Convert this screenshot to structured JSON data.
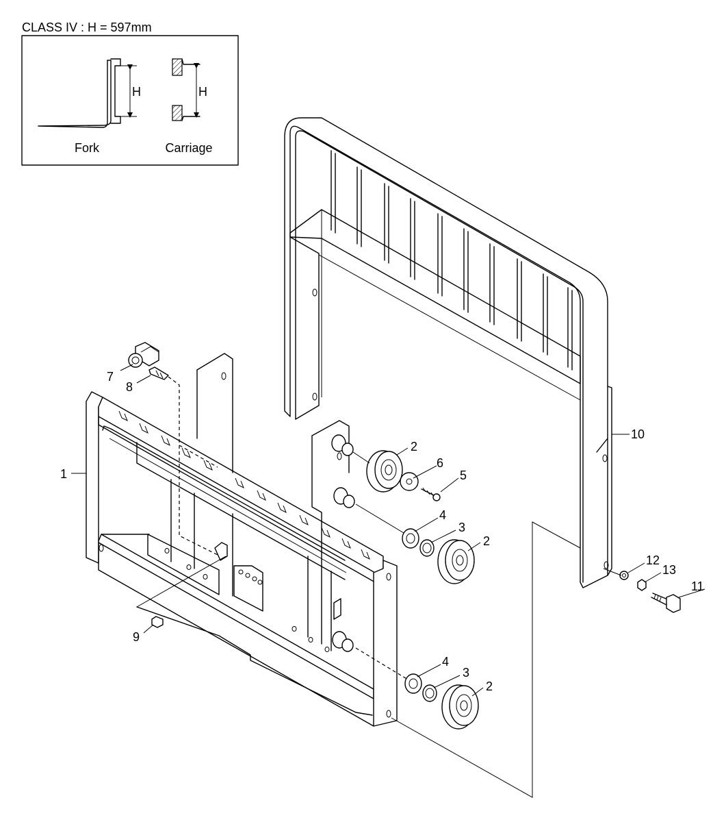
{
  "inset": {
    "title": "CLASS IV : H = 597mm",
    "fork_caption": "Fork",
    "carriage_caption": "Carriage",
    "dimension_symbol": "H"
  },
  "callouts": [
    {
      "id": "1",
      "label": "1"
    },
    {
      "id": "2a",
      "label": "2"
    },
    {
      "id": "2b",
      "label": "2"
    },
    {
      "id": "2c",
      "label": "2"
    },
    {
      "id": "3a",
      "label": "3"
    },
    {
      "id": "3b",
      "label": "3"
    },
    {
      "id": "4a",
      "label": "4"
    },
    {
      "id": "4b",
      "label": "4"
    },
    {
      "id": "5",
      "label": "5"
    },
    {
      "id": "6",
      "label": "6"
    },
    {
      "id": "7",
      "label": "7"
    },
    {
      "id": "8",
      "label": "8"
    },
    {
      "id": "9",
      "label": "9"
    },
    {
      "id": "10",
      "label": "10"
    },
    {
      "id": "11",
      "label": "11"
    },
    {
      "id": "12",
      "label": "12"
    },
    {
      "id": "13",
      "label": "13"
    }
  ]
}
